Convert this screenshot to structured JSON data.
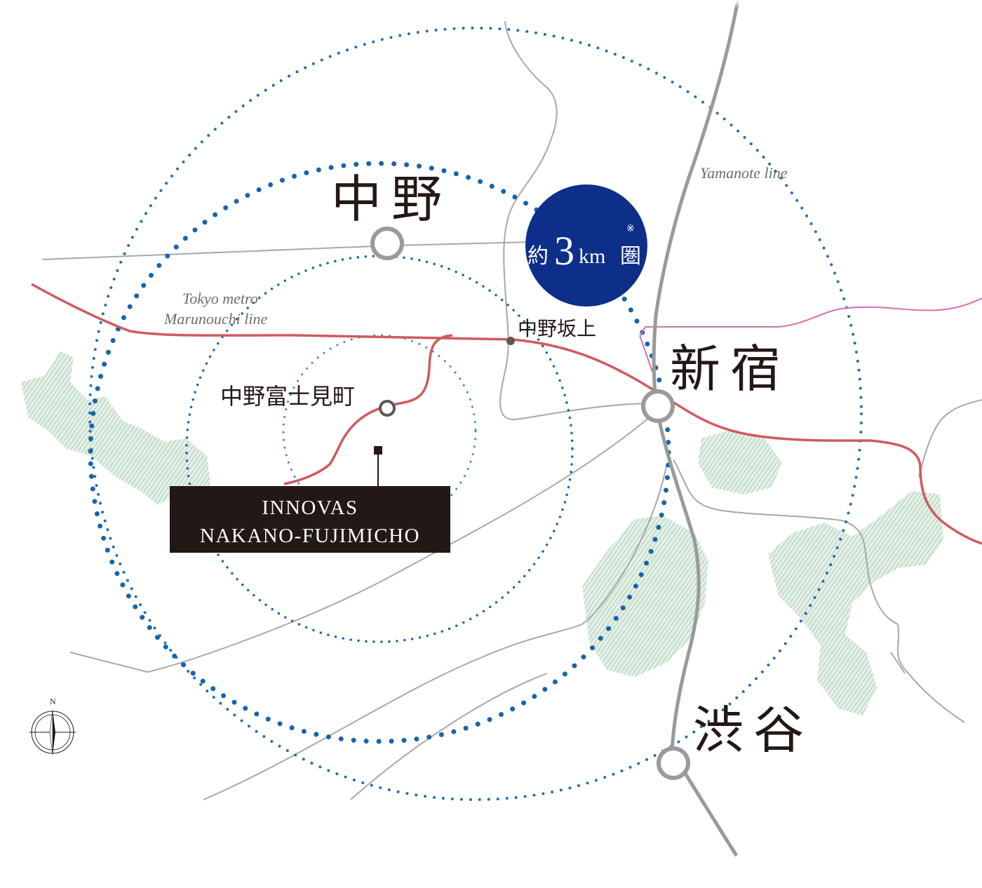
{
  "stations": {
    "nakano": "中野",
    "shinjuku": "新宿",
    "shibuya": "渋谷",
    "nakano_sakaue": "中野坂上",
    "nakano_fujimicho": "中野富士見町"
  },
  "lines": {
    "yamanote": "Yamanote line",
    "marunouchi_line1": "Tokyo metro",
    "marunouchi_line2": "Marunouchi line"
  },
  "radius_badge": {
    "prefix": "約",
    "number": "3",
    "unit": "km",
    "suffix": "圏",
    "note_mark": "※"
  },
  "property": {
    "line1": "INNOVAS",
    "line2": "NAKANO-FUJIMICHO"
  },
  "compass": {
    "north": "N"
  },
  "colors": {
    "ring_blue": "#1565ad",
    "ring_light": "#3a86c8",
    "marunouchi_red": "#d05a5f",
    "jr_line_pink": "#d26fb0",
    "yamanote_gray": "#9a9a9a",
    "road_gray": "#a8a8a8",
    "park_green": "#8fbf9c",
    "badge_navy": "#0d2f8a",
    "property_box": "#231815",
    "text_dark": "#231815"
  }
}
